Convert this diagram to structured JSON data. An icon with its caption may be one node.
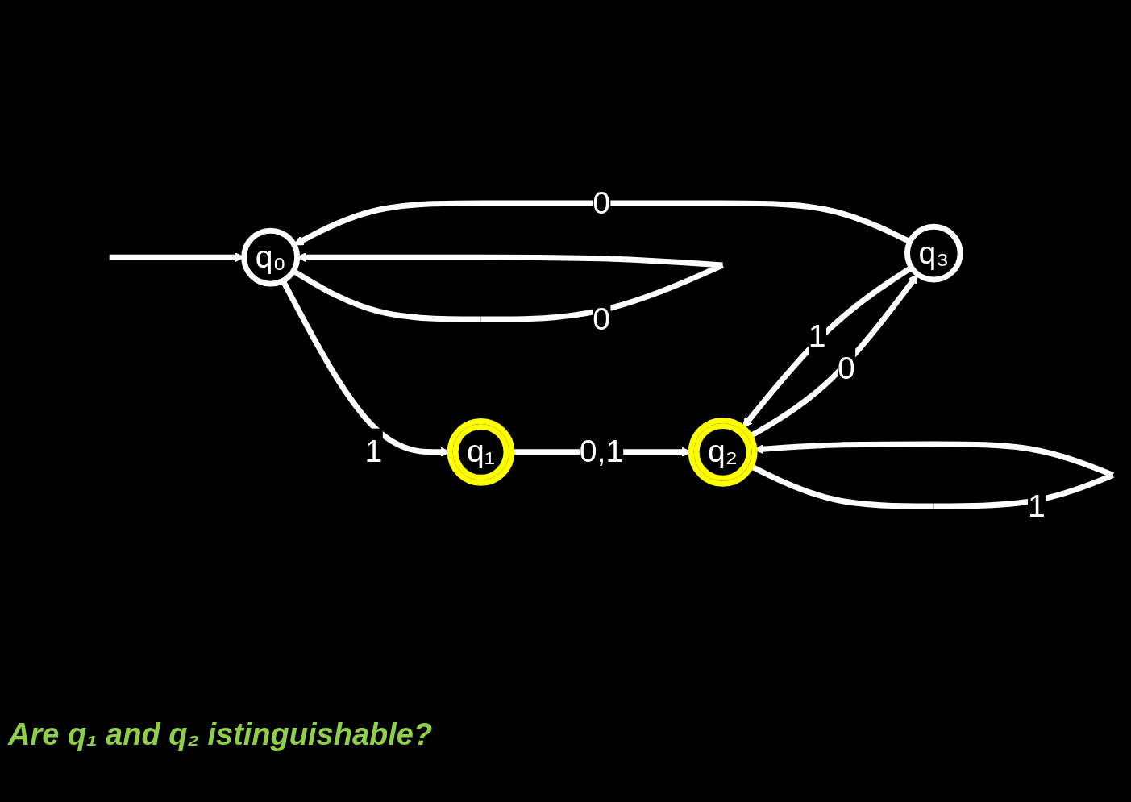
{
  "diagram": {
    "nodes": [
      {
        "text": [
          "q₀"
        ]
      },
      {
        "text": [
          "q₁"
        ]
      },
      {
        "text": [
          "q₂"
        ]
      },
      {
        "text": [
          "q₃"
        ]
      }
    ],
    "edges": [
      {
        "from": null,
        "to": 0,
        "arrow": "to"
      },
      {
        "from": 0,
        "to": 0,
        "label": "0",
        "arrow": "to"
      },
      {
        "from": 0,
        "to": 1,
        "label": "1",
        "arrow": "to"
      },
      {
        "from": 1,
        "to": 2,
        "label": "0,1",
        "arrow": "to"
      },
      {
        "from": 2,
        "to": 2,
        "label": "1",
        "arrow": "to"
      },
      {
        "from": 2,
        "to": 3,
        "label": "0",
        "arrow": "to"
      },
      {
        "from": 3,
        "to": 2,
        "label": "1",
        "arrow": "to"
      },
      {
        "from": 3,
        "to": 0,
        "label": "0",
        "arrow": "to"
      }
    ],
    "labels": [
      "Are q₁ and q₂ istinguishable?"
    ]
  }
}
